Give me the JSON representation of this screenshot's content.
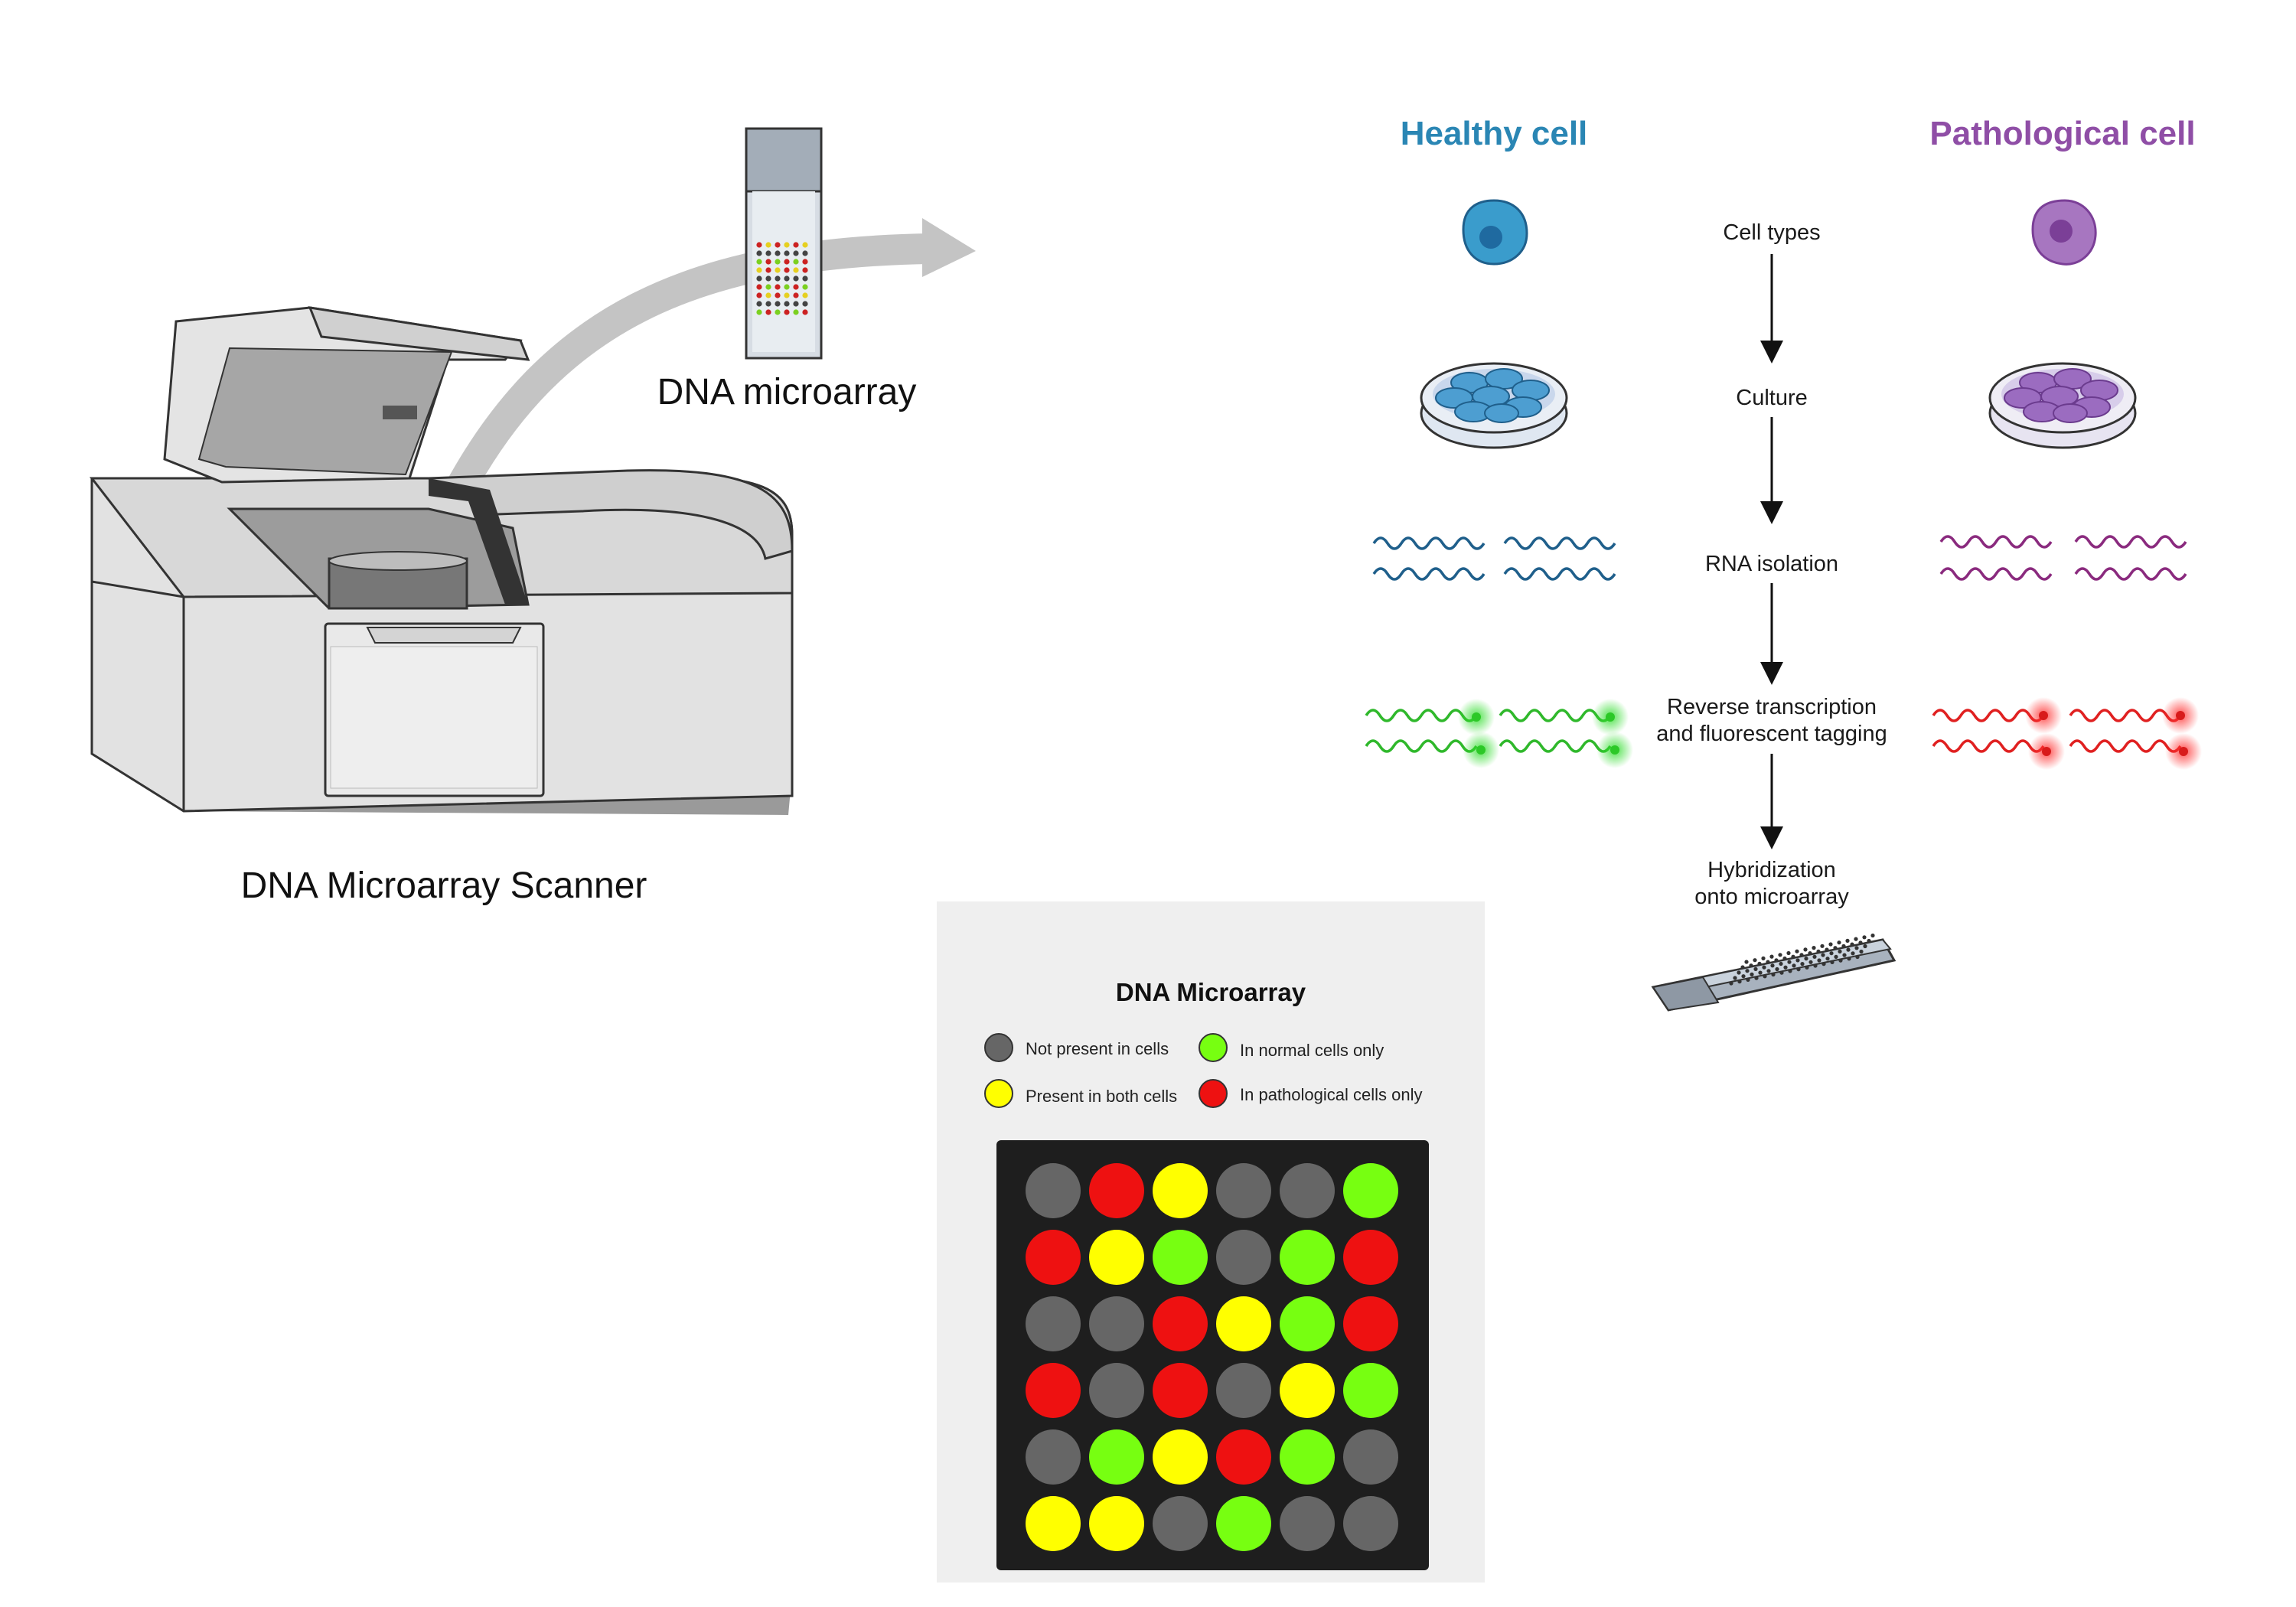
{
  "titles": {
    "healthy": "Healthy cell",
    "pathological": "Pathological cell"
  },
  "colors": {
    "healthy": "#2a86b4",
    "pathological": "#8f4ea6",
    "rna_blue": "#1f5f8b",
    "rna_purple": "#8a2a7e",
    "tag_green": "#2fb82b",
    "tag_red": "#e02020",
    "grey_dot": "#666666",
    "yellow_dot": "#ffff00",
    "green_dot": "#77ff11",
    "red_dot": "#ee1111"
  },
  "steps": [
    "Cell types",
    "Culture",
    "RNA isolation",
    "Reverse transcription\nand fluorescent tagging",
    "Hybridization\nonto microarray"
  ],
  "labels": {
    "scanner": "DNA Microarray Scanner",
    "microarray": "DNA microarray"
  },
  "panel": {
    "title": "DNA Microarray",
    "legend": [
      {
        "label": "Not present in cells",
        "color": "#666666"
      },
      {
        "label": "In normal cells only",
        "color": "#77ff11"
      },
      {
        "label": "Present in both cells",
        "color": "#ffff00"
      },
      {
        "label": "In pathological cells only",
        "color": "#ee1111"
      }
    ],
    "grid": [
      [
        "grey",
        "red",
        "yellow",
        "grey",
        "grey",
        "green"
      ],
      [
        "red",
        "yellow",
        "green",
        "grey",
        "green",
        "red"
      ],
      [
        "grey",
        "grey",
        "red",
        "yellow",
        "green",
        "red"
      ],
      [
        "red",
        "grey",
        "red",
        "grey",
        "yellow",
        "green"
      ],
      [
        "grey",
        "green",
        "yellow",
        "red",
        "green",
        "grey"
      ],
      [
        "yellow",
        "yellow",
        "grey",
        "green",
        "grey",
        "grey"
      ]
    ]
  }
}
